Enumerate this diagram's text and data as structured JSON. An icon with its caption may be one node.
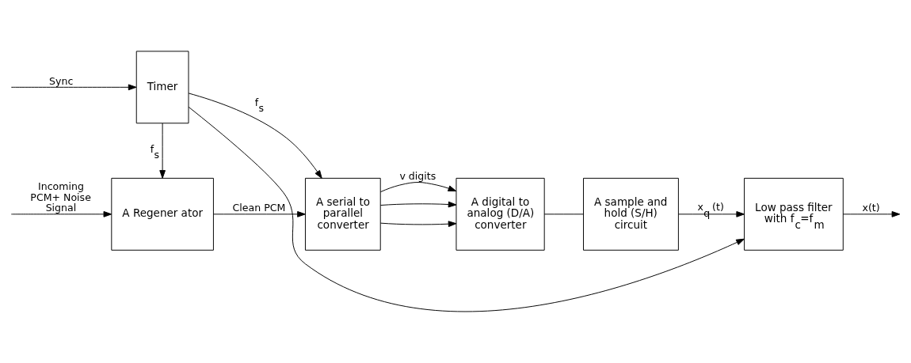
{
  "diagram": {
    "nodes": [
      {
        "text": [
          "A Regener ator"
        ]
      },
      {
        "text": [
          "A serial to parallel converter"
        ]
      },
      {
        "text": [
          "A digital to analog (D/A) converter"
        ]
      },
      {
        "text": [
          "A sample and hold (S/H) circuit"
        ]
      },
      {
        "text": [
          "Low pass filter with f$_{c}$=f$_{m}$"
        ]
      },
      {
        "text": [
          "Timer"
        ]
      }
    ],
    "edges": [
      {
        "from": null,
        "to": 0,
        "arrow": "to",
        "label": "Incoming PCM+ Noise Signal"
      },
      {
        "from": 0,
        "to": 1,
        "arrow": "to",
        "label": "Clean PCM"
      },
      {
        "from": 1,
        "to": 2,
        "arrow": "to",
        "label": "v digits"
      },
      {
        "from": 1,
        "to": 2,
        "arrow": "to"
      },
      {
        "from": 1,
        "to": 2,
        "arrow": "to"
      },
      {
        "from": 2,
        "to": 3,
        "arrow": "none"
      },
      {
        "from": 3,
        "to": 4,
        "arrow": "to",
        "label": "x$_{q}$ (t)"
      },
      {
        "from": 4,
        "to": null,
        "arrow": "to",
        "label": "x(t)"
      },
      {
        "from": null,
        "to": 5,
        "arrow": "to",
        "label": "Sync"
      },
      {
        "from": 5,
        "to": 0,
        "arrow": "to",
        "label": "f$_{s}$"
      },
      {
        "from": 5,
        "to": 1,
        "arrow": "to",
        "label": "f$_{s}$"
      },
      {
        "from": 5,
        "to": 4,
        "arrow": "to"
      }
    ]
  }
}
